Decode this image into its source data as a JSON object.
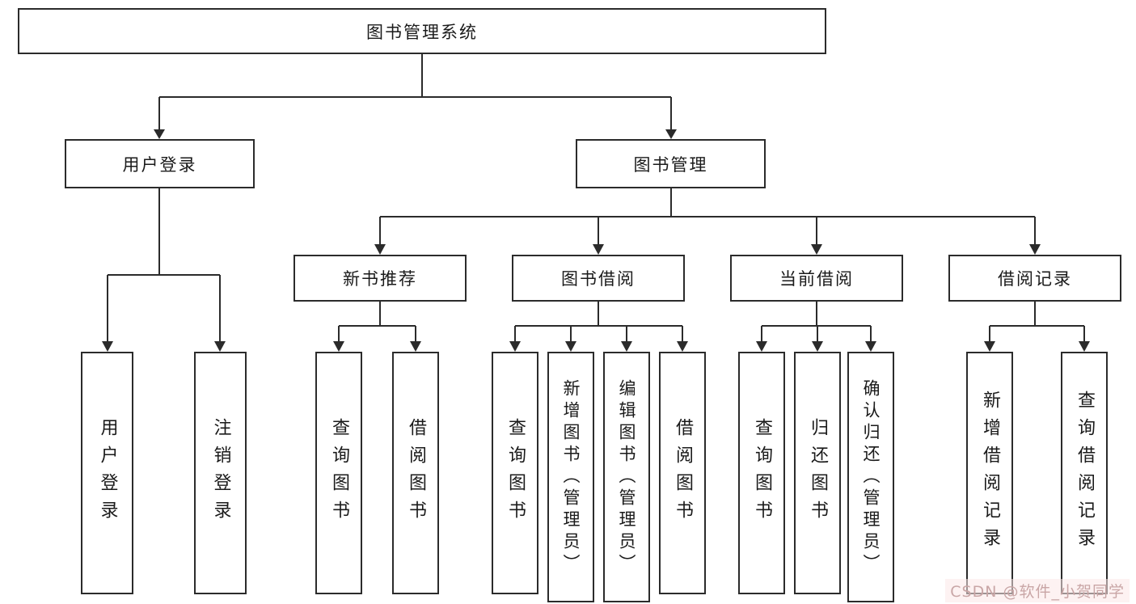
{
  "colors": {
    "line": "#2b2b2b",
    "box_border": "#2b2b2b",
    "text": "#1a1a1a",
    "watermark": "#c9a6a6"
  },
  "watermark": {
    "text": "CSDN @软件_小贺同学"
  },
  "tree": {
    "root": {
      "label": "图书管理系统"
    },
    "branches": [
      {
        "label": "用户登录",
        "leaves": [
          {
            "label": "用户登录"
          },
          {
            "label": "注销登录"
          }
        ]
      },
      {
        "label": "图书管理",
        "groups": [
          {
            "label": "新书推荐",
            "leaves": [
              {
                "label": "查询图书"
              },
              {
                "label": "借阅图书"
              }
            ]
          },
          {
            "label": "图书借阅",
            "leaves": [
              {
                "label": "查询图书"
              },
              {
                "label": "新增图书（管理员）"
              },
              {
                "label": "编辑图书（管理员）"
              },
              {
                "label": "借阅图书"
              }
            ]
          },
          {
            "label": "当前借阅",
            "leaves": [
              {
                "label": "查询图书"
              },
              {
                "label": "归还图书"
              },
              {
                "label": "确认归还（管理员）"
              }
            ]
          },
          {
            "label": "借阅记录",
            "leaves": [
              {
                "label": "新增借阅记录"
              },
              {
                "label": "查询借阅记录"
              }
            ]
          }
        ]
      }
    ]
  }
}
